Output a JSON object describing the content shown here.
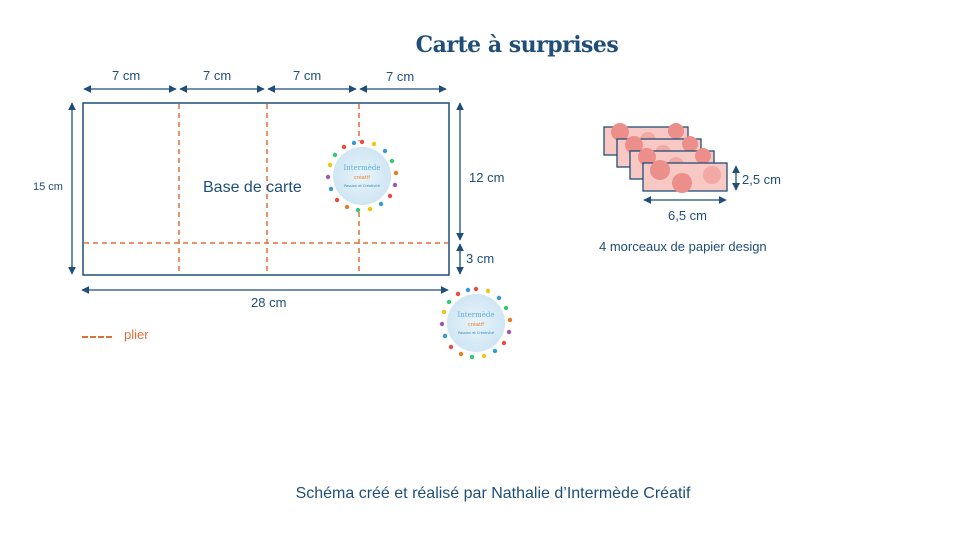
{
  "title": "Carte à surprises",
  "base": {
    "label": "Base de carte",
    "column_widths": [
      "7 cm",
      "7 cm",
      "7 cm",
      "7 cm"
    ],
    "total_width": "28 cm",
    "total_height": "15 cm",
    "upper_height": "12 cm",
    "lower_height": "3 cm"
  },
  "legend": {
    "fold_label": "plier",
    "fold_color": "#e0703a"
  },
  "papers": {
    "count_label": "4 morceaux de papier design",
    "width": "6,5 cm",
    "height": "2,5 cm"
  },
  "logo": {
    "name": "Intermède",
    "sub": "créatif",
    "tagline": "Passion et Créativité"
  },
  "footer": "Schéma créé et réalisé par Nathalie d’Intermède Créatif",
  "colors": {
    "line": "#1f4e79",
    "fold": "#e0703a",
    "paper": "#f4a7a3"
  }
}
